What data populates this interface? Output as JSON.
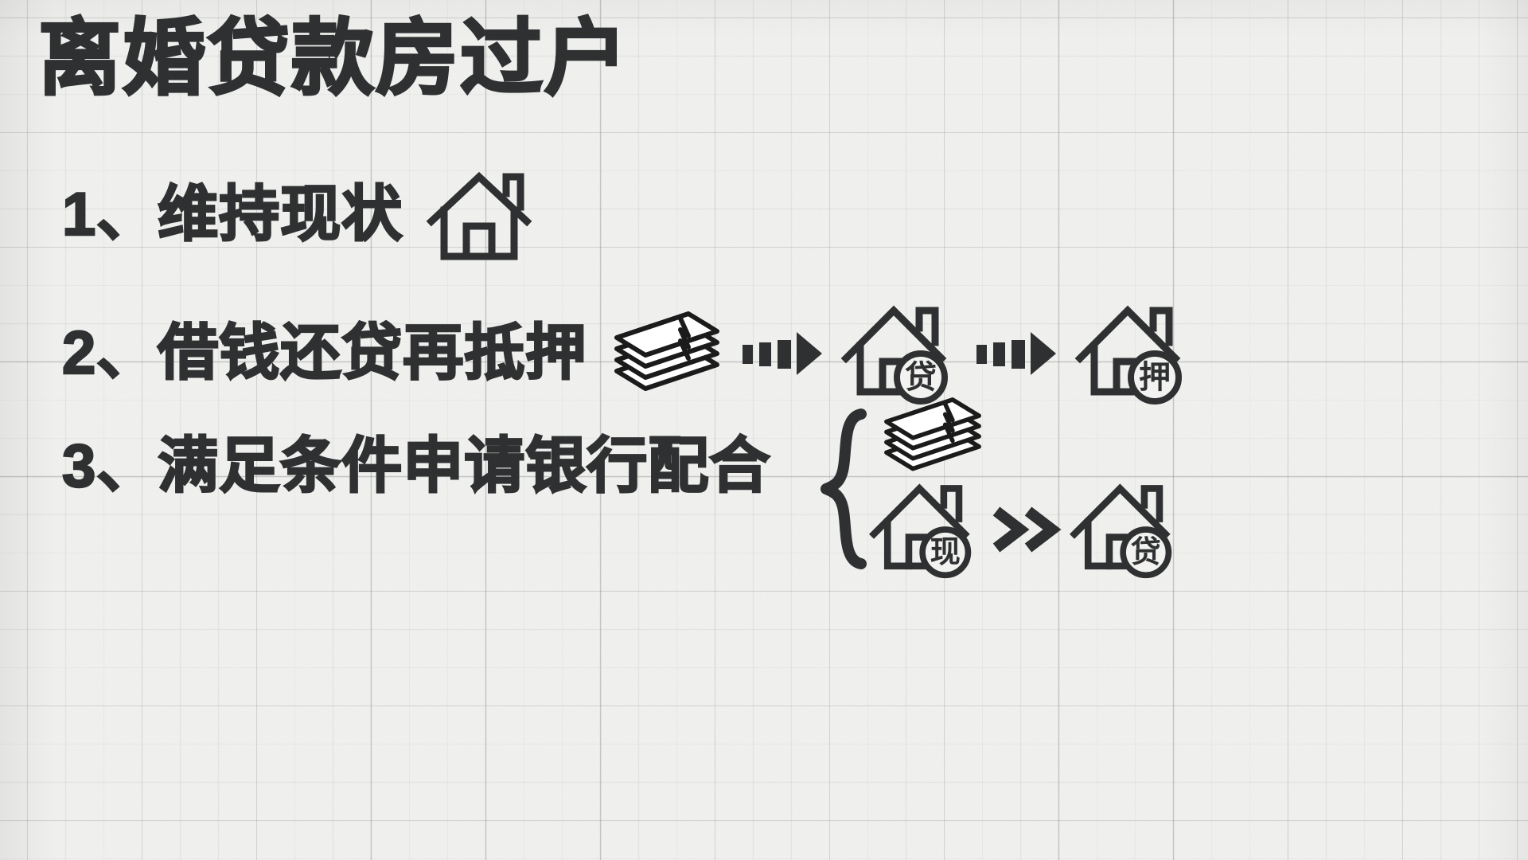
{
  "page": {
    "title": "离婚贷款房过户",
    "background_color": "#f2f2f0",
    "ink_color": "#2f3031",
    "grid_color": "#9a9a9a"
  },
  "items": [
    {
      "number": "1、",
      "text": "维持现状",
      "full": "1、维持现状",
      "icons": [
        "house-icon"
      ]
    },
    {
      "number": "2、",
      "text": "借钱还贷再抵押",
      "full": "2、借钱还贷再抵押",
      "icons": [
        "money-stack-icon",
        "dashed-arrow-icon",
        "house-with-loan-badge-icon",
        "dashed-arrow-icon",
        "house-with-mortgage-badge-icon"
      ]
    },
    {
      "number": "3、",
      "text": "满足条件申请银行配合",
      "full": "3、满足条件申请银行配合",
      "icons": [
        "curly-brace-icon",
        "money-stack-icon",
        "house-with-cash-badge-icon",
        "double-chevron-icon",
        "house-with-loan-badge-icon"
      ]
    }
  ],
  "badges": {
    "loan": "贷",
    "mortgage": "押",
    "cash": "现"
  },
  "chevron": ">>"
}
